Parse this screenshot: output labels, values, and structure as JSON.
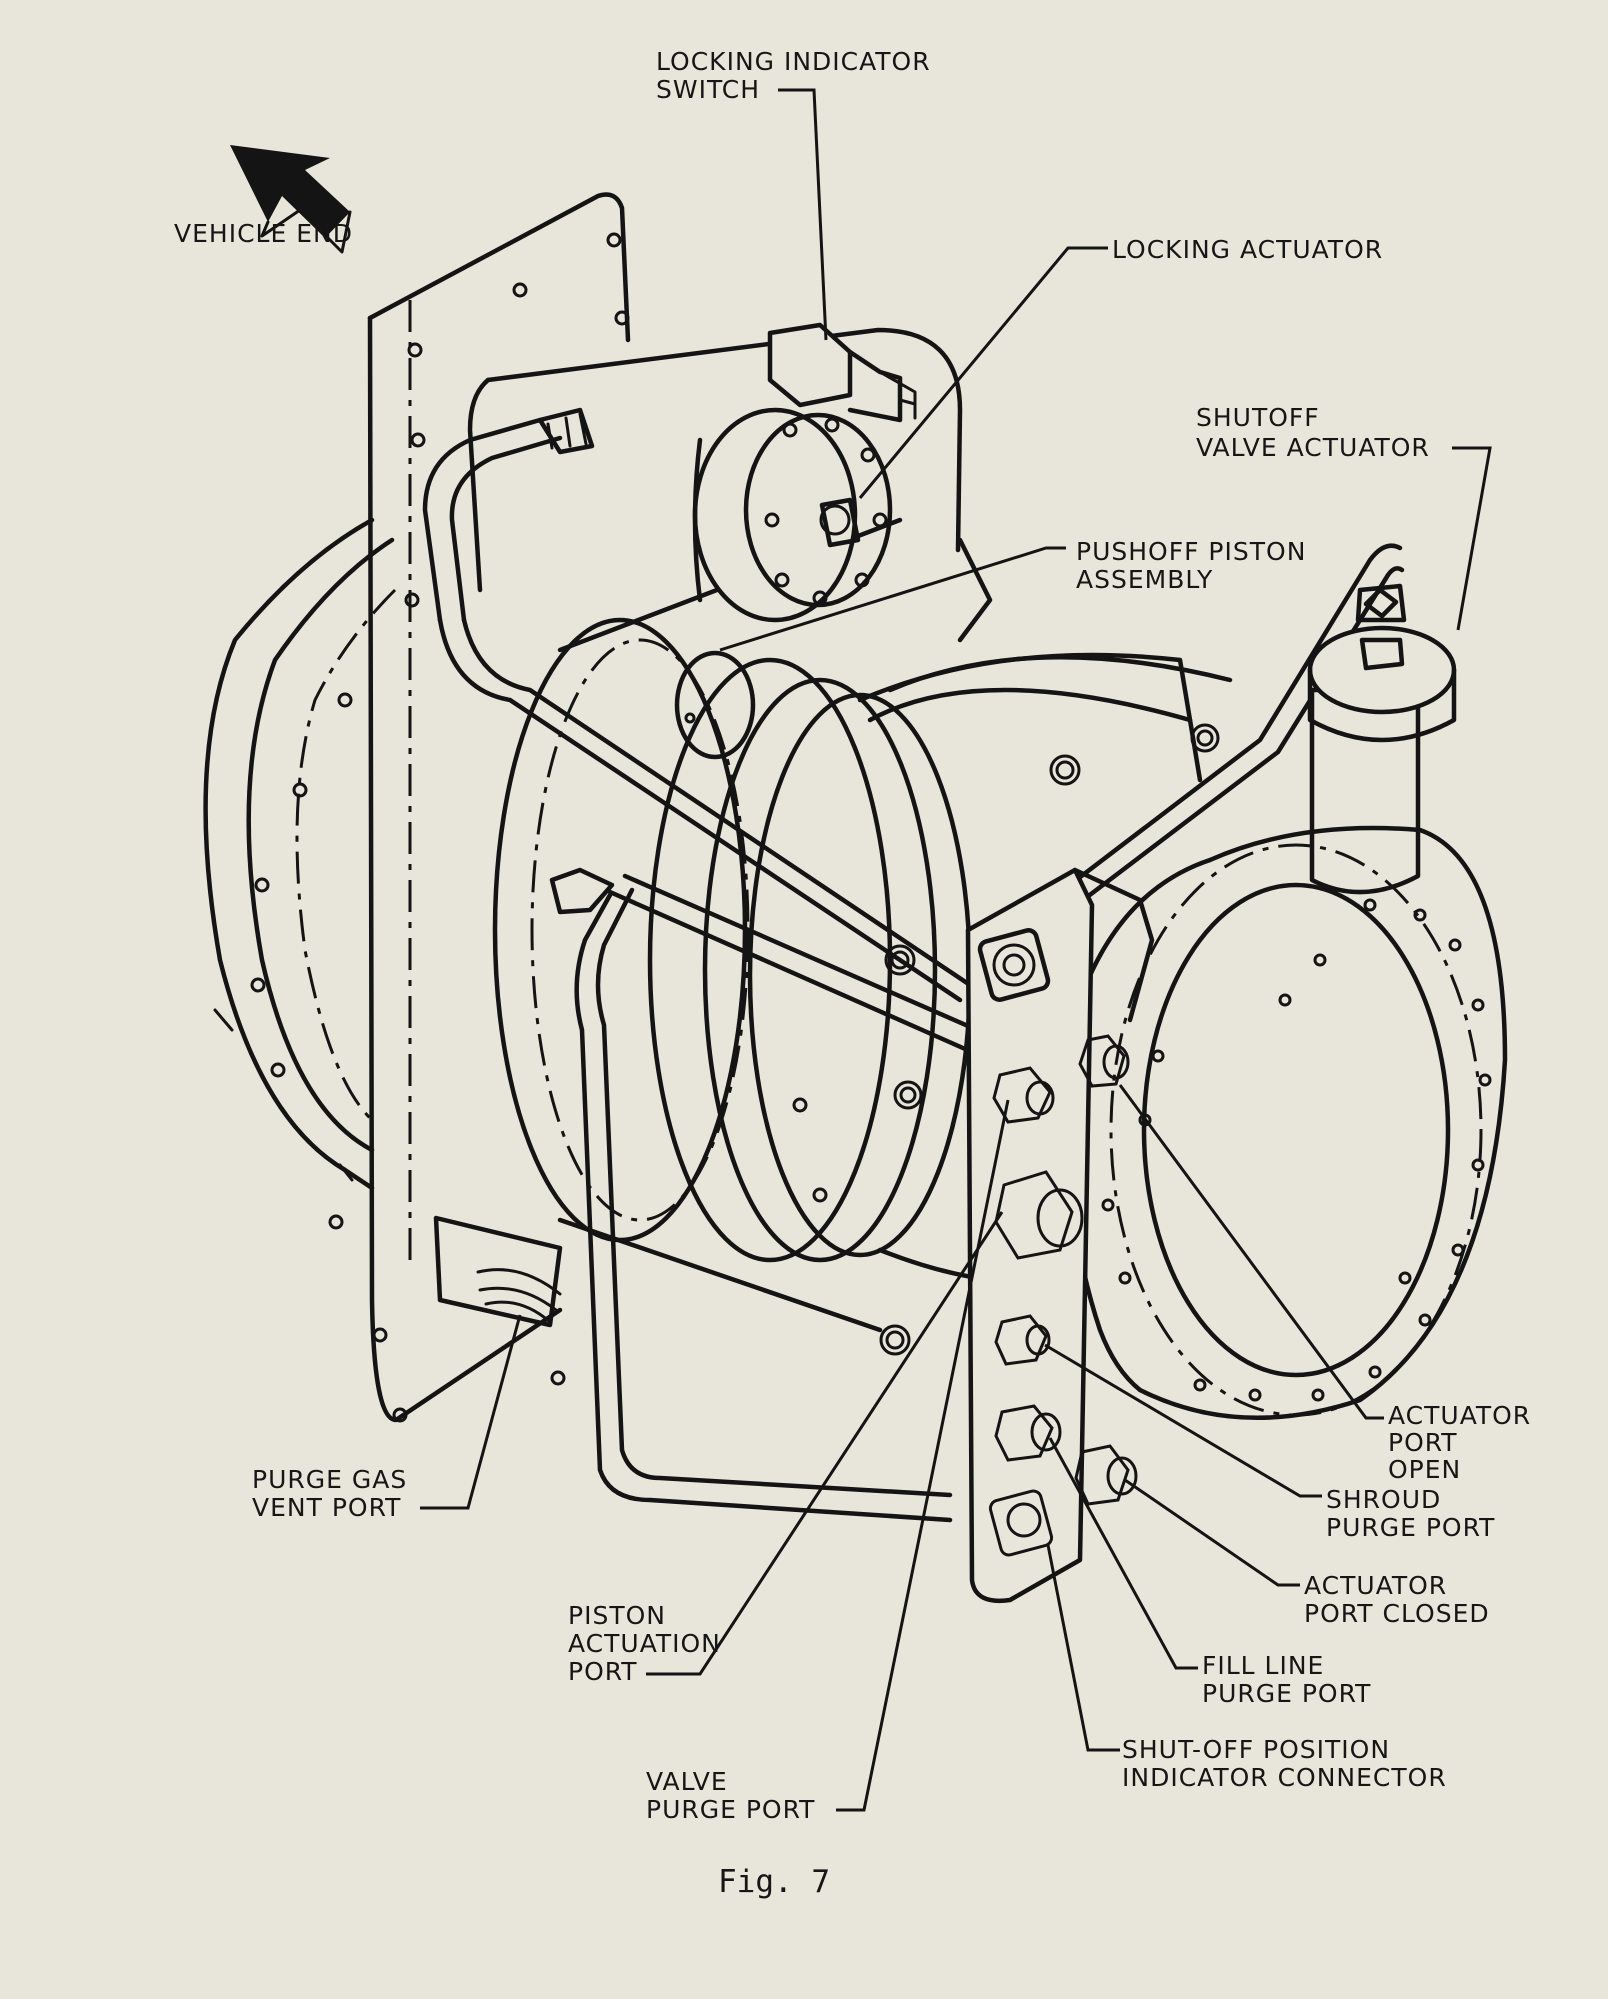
{
  "direction": {
    "label": "VEHICLE END",
    "icon": "arrow-up-left-icon"
  },
  "labels": {
    "locking_indicator_switch": [
      "LOCKING INDICATOR",
      "SWITCH"
    ],
    "locking_actuator": [
      "LOCKING ACTUATOR"
    ],
    "shutoff_valve_actuator": [
      "SHUTOFF",
      "VALVE ACTUATOR"
    ],
    "pushoff_piston_assembly": [
      "PUSHOFF PISTON",
      "ASSEMBLY"
    ],
    "actuator_port_open": [
      "ACTUATOR",
      "PORT",
      "OPEN"
    ],
    "shroud_purge_port": [
      "SHROUD",
      "PURGE PORT"
    ],
    "actuator_port_closed": [
      "ACTUATOR",
      "PORT CLOSED"
    ],
    "fill_line_purge_port": [
      "FILL LINE",
      "PURGE PORT"
    ],
    "shut_off_position_indicator_connector": [
      "SHUT-OFF POSITION",
      "INDICATOR CONNECTOR"
    ],
    "purge_gas_vent_port": [
      "PURGE GAS",
      "VENT PORT"
    ],
    "piston_actuation_port": [
      "PISTON",
      "ACTUATION",
      "PORT"
    ],
    "valve_purge_port": [
      "VALVE",
      "PURGE PORT"
    ]
  },
  "caption": "Fig. 7",
  "colors": {
    "paper": "#e8e5da",
    "ink": "#141414"
  }
}
